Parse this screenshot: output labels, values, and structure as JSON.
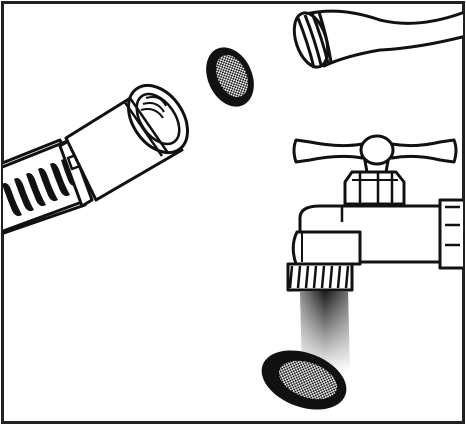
{
  "figure": {
    "title": "",
    "parts": [
      {
        "id": "hose",
        "icon": "hose-coupling-icon"
      },
      {
        "id": "hose-washer",
        "icon": "screen-washer-icon"
      },
      {
        "id": "hose-end",
        "icon": "threaded-hose-end-icon"
      },
      {
        "id": "faucet",
        "icon": "outdoor-faucet-icon"
      },
      {
        "id": "faucet-washer",
        "icon": "screen-washer-icon"
      }
    ],
    "colors": {
      "ink": "#111111",
      "paper": "#ffffff",
      "frame": "#222222"
    }
  }
}
